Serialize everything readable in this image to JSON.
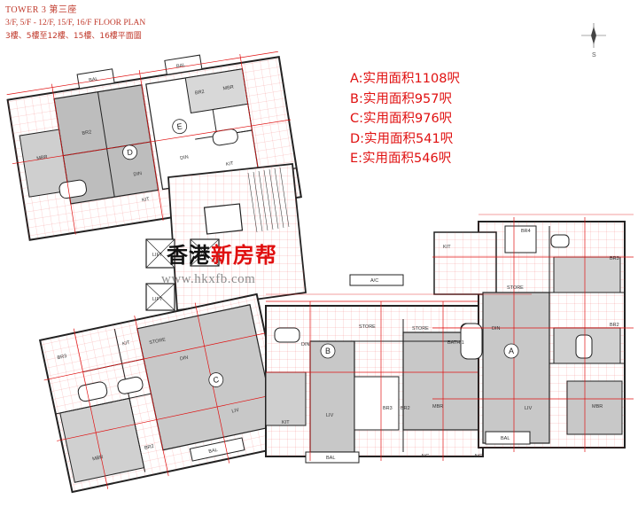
{
  "title": {
    "tower": "TOWER 3 第三座",
    "floors_en": "3/F, 5/F - 12/F, 15/F, 16/F FLOOR PLAN",
    "floors_zh": "3樓、5樓至12樓、15樓、16樓平面圖"
  },
  "legend": [
    "A:实用面积1108呎",
    "B:实用面积957呎",
    "C:实用面积976呎",
    "D:实用面积541呎",
    "E:实用面积546呎"
  ],
  "watermark": {
    "part1": "香港",
    "part2": "新房帮",
    "url": "www.hkxfb.com"
  },
  "compass": {
    "label": "S"
  },
  "units": [
    {
      "id": "a",
      "letter": "A"
    },
    {
      "id": "b",
      "letter": "B"
    },
    {
      "id": "c",
      "letter": "C"
    },
    {
      "id": "d",
      "letter": "D"
    },
    {
      "id": "e",
      "letter": "E"
    }
  ],
  "rooms": {
    "lift1": "LIFT",
    "lift2": "LIFT",
    "lift3": "LIFT",
    "a_liv": "LIV",
    "a_din": "DIN",
    "a_mbr": "MBR",
    "a_br2": "BR2",
    "a_br3": "BR3",
    "a_br4": "BR4",
    "a_store": "STORE",
    "a_bal": "BAL",
    "a_kit": "KIT",
    "a_bath": "BATH 1",
    "b_liv": "LIV",
    "b_din": "DIN",
    "b_mbr": "MBR",
    "b_br2": "BR2",
    "b_br3": "BR3",
    "b_store": "STORE",
    "b_kit": "KIT",
    "b_bal": "BAL",
    "c_liv": "LIV",
    "c_din": "DIN",
    "c_mbr": "MBR",
    "c_br2": "BR2",
    "c_br3": "BR3",
    "c_store": "STORE",
    "c_kit": "KIT",
    "c_bal": "BAL",
    "d_din": "DIN",
    "d_mbr": "BR2",
    "d_br1": "MBR",
    "d_kit": "KIT",
    "d_bal": "BAL",
    "e_din": "DIN",
    "e_br1": "BR2",
    "e_mbr": "MBR",
    "e_kit": "KIT",
    "e_bal": "BAL",
    "ac": "A/C",
    "ac2": "A/C",
    "ac3": "A/C",
    "store_mid": "STORE"
  }
}
